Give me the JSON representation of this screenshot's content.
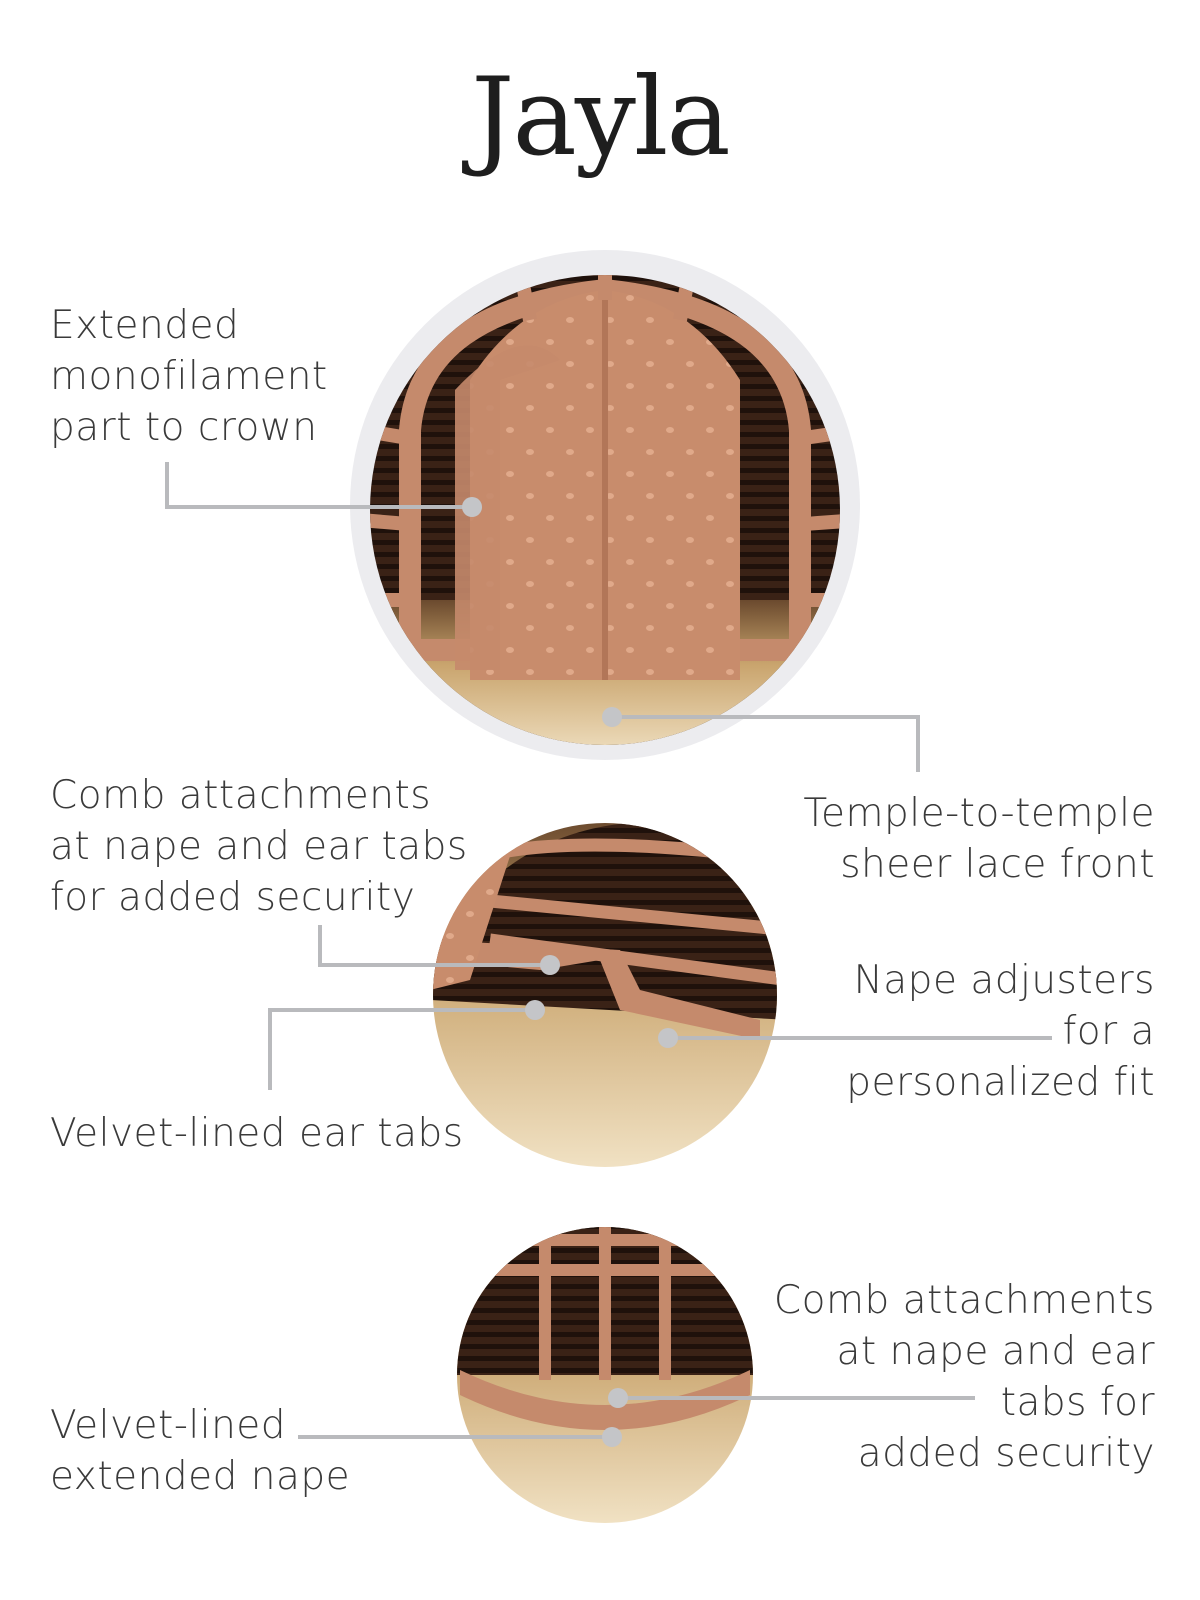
{
  "title": "Jayla",
  "callouts": {
    "mono_part": [
      "Extended",
      "monofilament",
      "part to crown"
    ],
    "lace_front": [
      "Temple-to-temple",
      "sheer lace front"
    ],
    "comb_ear": [
      "Comb attachments",
      "at nape and ear tabs",
      "for added security"
    ],
    "velvet_ear": [
      "Velvet-lined ear tabs"
    ],
    "nape_adjusters": [
      "Nape adjusters",
      "for a",
      "personalized fit"
    ],
    "comb_nape": [
      "Comb attachments",
      "at nape and ear",
      "tabs for",
      "added security"
    ],
    "velvet_nape": [
      "Velvet-lined",
      "extended nape"
    ]
  },
  "colors": {
    "line": "#b9babd",
    "cap": "#c58a6c",
    "hair_dark": "#3b2418",
    "hair_light": "#d9bd8a",
    "backdrop": "#ececef"
  }
}
